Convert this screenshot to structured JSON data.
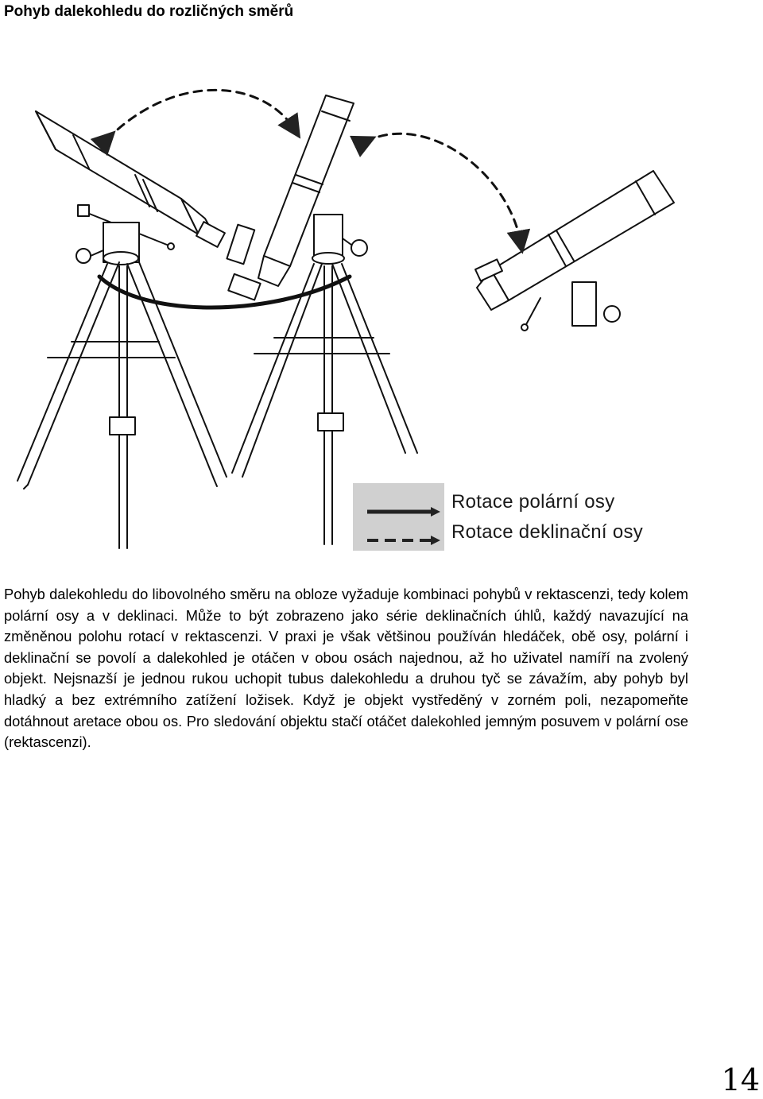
{
  "page": {
    "heading": "Pohyb dalekohledu do rozličných směrů",
    "legend": {
      "solid_label": "Rotace polární osy",
      "dashed_label": "Rotace deklinační osy"
    },
    "paragraph": "Pohyb dalekohledu do libovolného směru na obloze vyžaduje kombinaci pohybů v rektascenzi, tedy kolem polární osy a v deklinaci. Může to být zobrazeno jako série deklinačních úhlů, každý navazující na změněnou polohu rotací v rektascenzi. V praxi je však většinou používán hledáček, obě osy, polární i deklinační se povolí a dalekohled je otáčen v obou osách najednou, až ho uživatel namíří na zvolený objekt. Nejsnazší je jednou rukou uchopit tubus dalekohledu a druhou tyč se závažím, aby pohyb byl hladký a bez extrémního zatížení ložisek. Když je objekt vystředěný v zorném poli, nezapomeňte dotáhnout aretace obou os. Pro sledování objektu stačí otáčet dalekohled jemným posuvem v polární ose (rektascenzi).",
    "page_number": "14"
  }
}
